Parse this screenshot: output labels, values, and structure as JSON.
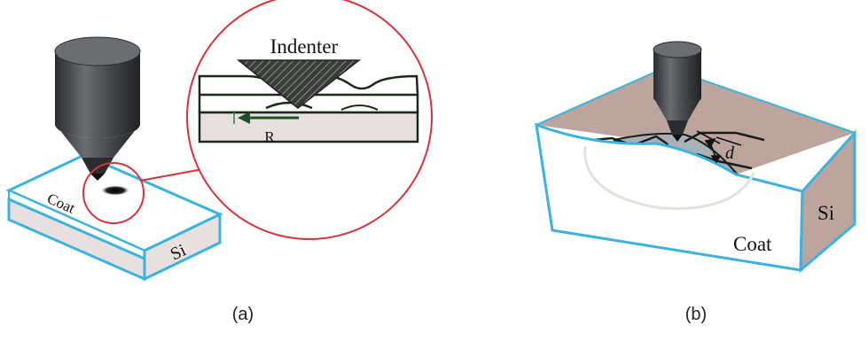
{
  "panel_a": {
    "caption": "(a)",
    "indenter_label": "Indenter",
    "radius_label": "R",
    "coat_label": "Coat",
    "substrate_label": "Si"
  },
  "panel_b": {
    "caption": "(b)",
    "depth_label": "d",
    "coat_label": "Coat",
    "substrate_label": "Si"
  },
  "colors": {
    "outline_blue": "#3bb3e0",
    "zoom_circle_red": "#d8323a",
    "substrate_fill": "#e8dfdf",
    "cut_face_fill": "#bba59c",
    "indenter_dark": "#3a3d42"
  },
  "icons": [
    "indenter-probe-icon",
    "magnifier-circle-icon",
    "arrow-left-icon",
    "depth-arrow-icon"
  ]
}
